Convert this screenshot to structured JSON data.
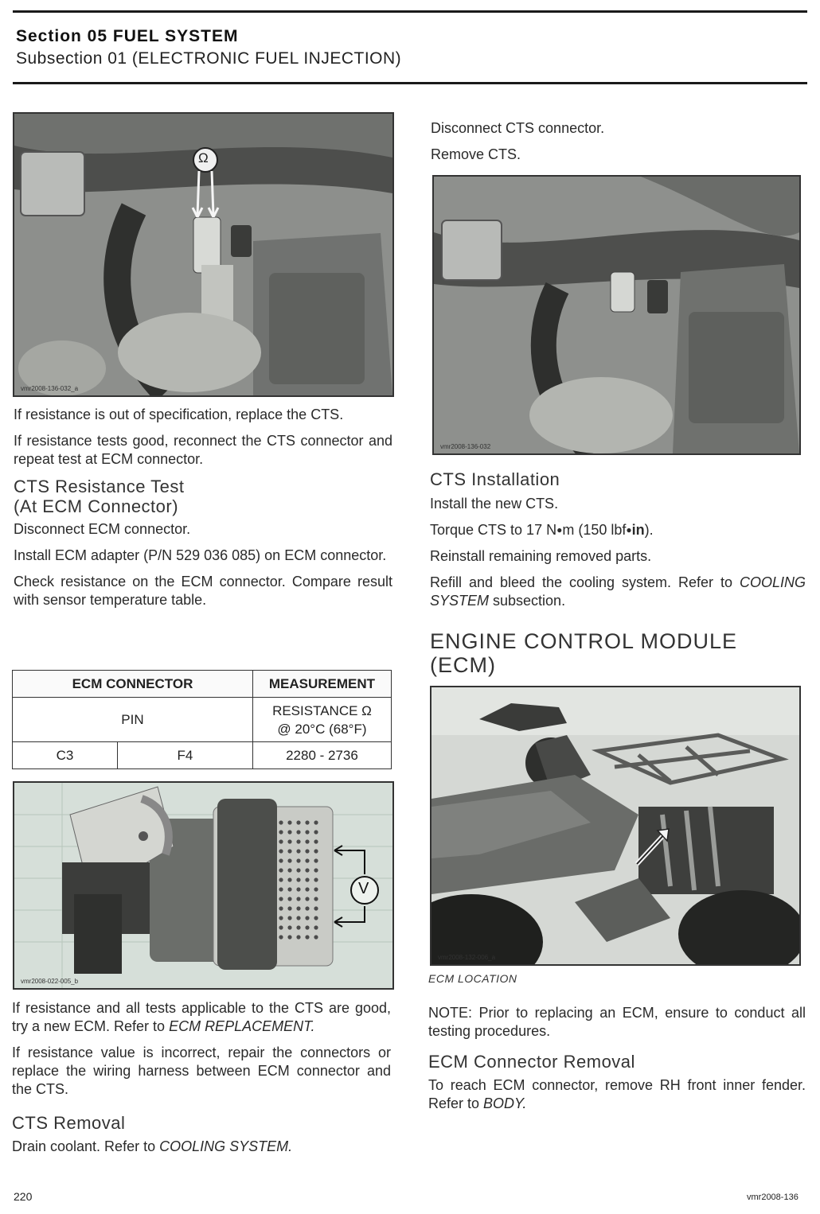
{
  "header": {
    "section": "Section 05 FUEL SYSTEM",
    "subsection": "Subsection 01 (ELECTRONIC FUEL INJECTION)"
  },
  "left": {
    "photo1_id": "vmr2008-136-032_a",
    "photo1_symbol": "Ω",
    "p1": "If resistance is out of specification, replace the CTS.",
    "p2": "If resistance tests good, reconnect the CTS connector and repeat test at ECM connector.",
    "h_ecm_test_1": "CTS Resistance Test",
    "h_ecm_test_2": "(At ECM Connector)",
    "p3": "Disconnect ECM connector.",
    "p4": "Install ECM adapter (P/N 529 036 085) on ECM connector.",
    "p5": "Check resistance on the ECM connector. Compare result with sensor temperature table.",
    "photo2_id": "vmr2008-022-005_b",
    "photo2_symbol": "V",
    "p6_pre": "If resistance and all tests applicable to the CTS are good, try a new ECM. Refer to ",
    "p6_ref": "ECM REPLACEMENT",
    "p6_post": ".",
    "p7": "If resistance value is incorrect, repair the connectors or replace the wiring harness between ECM connector and the CTS.",
    "h_removal": "CTS Removal",
    "p8_pre": "Drain coolant. Refer to ",
    "p8_ref": "COOLING SYSTEM",
    "p8_post": "."
  },
  "table": {
    "col1": "ECM CONNECTOR",
    "col2": "MEASUREMENT",
    "pin": "PIN",
    "measure_1": "RESISTANCE Ω",
    "measure_2": "@ 20°C (68°F)",
    "pin_a": "C3",
    "pin_b": "F4",
    "value": "2280 - 2736"
  },
  "right": {
    "p1": "Disconnect CTS connector.",
    "p2": "Remove CTS.",
    "photo3_id": "vmr2008-136-032",
    "h_install": "CTS Installation",
    "p3": "Install the new CTS.",
    "p4_pre": "Torque CTS to 17 N",
    "p4_mid": "m (150 lbf",
    "p4_in": "in",
    "p4_post": ").",
    "p5": "Reinstall remaining removed parts.",
    "p6_pre": "Refill and bleed the cooling system. Refer to ",
    "p6_ref": "COOLING SYSTEM",
    "p6_post": " subsection.",
    "h_ecm_1": "ENGINE CONTROL MODULE",
    "h_ecm_2": "(ECM)",
    "photo4_id": "vmr2008-132-006_a",
    "caption": "ECM LOCATION",
    "note_label": "NOTE:",
    "note_text": " Prior to replacing an ECM, ensure to conduct all testing procedures.",
    "h_connector": "ECM Connector Removal",
    "p7_pre": "To reach ECM connector, remove RH front inner fender. Refer to ",
    "p7_ref": "BODY",
    "p7_post": "."
  },
  "footer": {
    "page_number": "220",
    "doc_id": "vmr2008-136"
  }
}
